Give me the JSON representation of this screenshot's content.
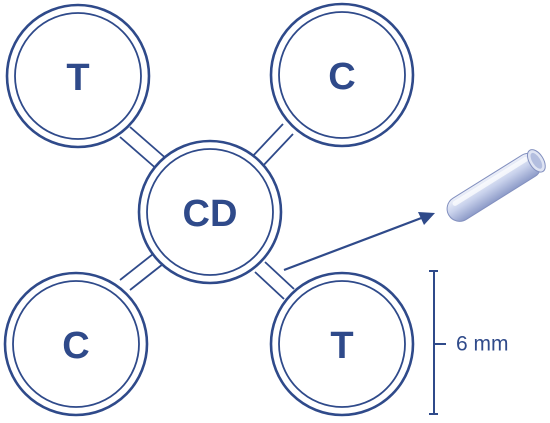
{
  "wells": {
    "top_left": "T",
    "top_right": "C",
    "center": "CD",
    "bottom_left": "C",
    "bottom_right": "T"
  },
  "scale_bar": {
    "label": "6 mm"
  },
  "colors": {
    "stroke": "#2f4a8a",
    "tube": "#aab6d8"
  }
}
